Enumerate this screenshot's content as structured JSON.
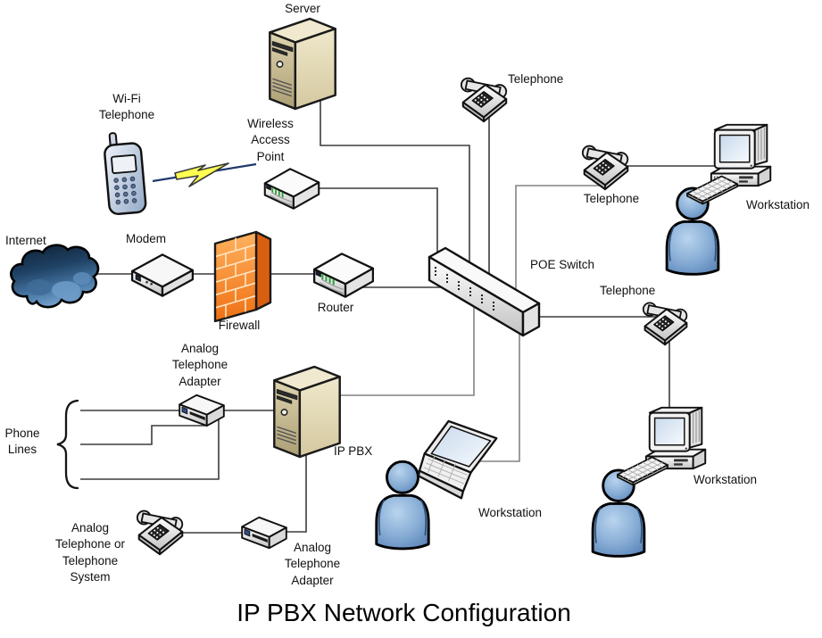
{
  "title": "IP PBX Network Configuration",
  "nodes": {
    "server": {
      "label": "Server",
      "type": "server"
    },
    "wifi_telephone": {
      "label": "Wi-Fi\nTelephone",
      "type": "mobile-phone"
    },
    "wireless_access_point": {
      "label": "Wireless\nAccess\nPoint",
      "type": "access-point"
    },
    "internet": {
      "label": "Internet",
      "type": "cloud"
    },
    "modem": {
      "label": "Modem",
      "type": "modem"
    },
    "firewall": {
      "label": "Firewall",
      "type": "firewall"
    },
    "router": {
      "label": "Router",
      "type": "router"
    },
    "poe_switch": {
      "label": "POE Switch",
      "type": "switch"
    },
    "telephone_top": {
      "label": "Telephone",
      "type": "ip-phone"
    },
    "telephone_mid": {
      "label": "Telephone",
      "type": "ip-phone"
    },
    "telephone_right": {
      "label": "Telephone",
      "type": "ip-phone"
    },
    "workstation_top_right": {
      "label": "Workstation",
      "type": "desktop-with-user"
    },
    "workstation_bottom_right": {
      "label": "Workstation",
      "type": "desktop-with-user"
    },
    "workstation_laptop": {
      "label": "Workstation",
      "type": "laptop-with-user"
    },
    "ip_pbx": {
      "label": "IP PBX",
      "type": "server"
    },
    "ata_top": {
      "label": "Analog\nTelephone\nAdapter",
      "type": "ata"
    },
    "ata_bottom": {
      "label": "Analog\nTelephone\nAdapter",
      "type": "ata"
    },
    "phone_lines": {
      "label": "Phone\nLines",
      "type": "brace-group"
    },
    "analog_telephone": {
      "label": "Analog\nTelephone or\nTelephone\nSystem",
      "type": "analog-phone"
    }
  },
  "connections": [
    {
      "from": "internet",
      "to": "modem"
    },
    {
      "from": "modem",
      "to": "firewall"
    },
    {
      "from": "firewall",
      "to": "router"
    },
    {
      "from": "router",
      "to": "poe_switch"
    },
    {
      "from": "server",
      "to": "poe_switch"
    },
    {
      "from": "telephone_top",
      "to": "poe_switch"
    },
    {
      "from": "wireless_access_point",
      "to": "poe_switch"
    },
    {
      "from": "telephone_mid",
      "to": "poe_switch"
    },
    {
      "from": "telephone_mid",
      "to": "workstation_top_right"
    },
    {
      "from": "poe_switch",
      "to": "telephone_right"
    },
    {
      "from": "telephone_right",
      "to": "workstation_bottom_right"
    },
    {
      "from": "poe_switch",
      "to": "workstation_laptop"
    },
    {
      "from": "poe_switch",
      "to": "ip_pbx"
    },
    {
      "from": "ata_top",
      "to": "ip_pbx"
    },
    {
      "from": "ip_pbx",
      "to": "ata_bottom"
    },
    {
      "from": "analog_telephone",
      "to": "ata_bottom"
    },
    {
      "from": "phone_lines",
      "to": "ata_top"
    },
    {
      "from": "wifi_telephone",
      "to": "wireless_access_point",
      "type": "wireless"
    }
  ],
  "colors": {
    "person_blue": "#6d9ad0",
    "firewall_orange": "#f58220",
    "cloud_navy": "#1d3a57",
    "led_green": "#2f9e3f",
    "bolt_yellow": "#ffff52",
    "tower_tan": "#d0c49e",
    "line_gray": "#3c3c3c"
  }
}
